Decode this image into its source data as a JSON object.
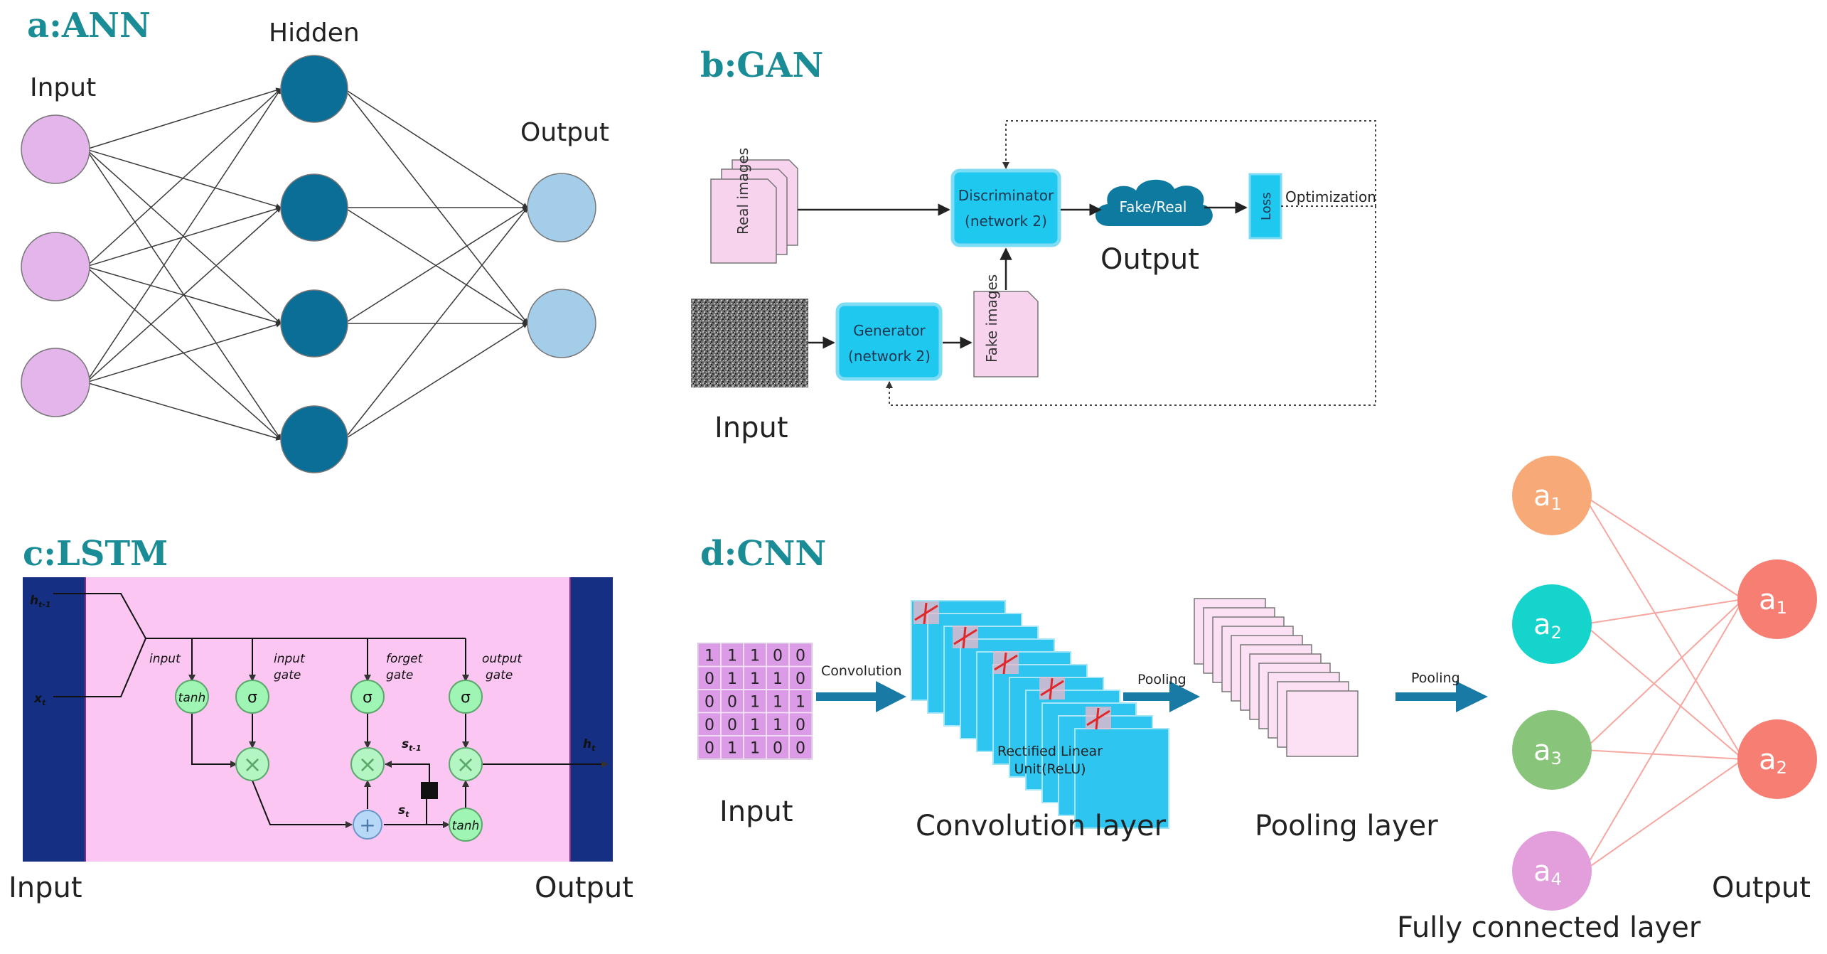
{
  "panels": {
    "ann": {
      "title": "a:ANN",
      "input_label": "Input",
      "hidden_label": "Hidden",
      "output_label": "Output",
      "colors": {
        "input": "#e3b5ea",
        "hidden": "#0b6e96",
        "output": "#a4cdea",
        "edge": "#3a3a3a"
      },
      "layers": {
        "input": 3,
        "hidden": 4,
        "output": 2
      }
    },
    "gan": {
      "title": "b:GAN",
      "real_images": "Real images",
      "fake_images": "Fake images",
      "discriminator_line1": "Discriminator",
      "discriminator_line2": "(network 2)",
      "generator_line1": "Generator",
      "generator_line2": "(network 2)",
      "fake_real": "Fake/Real",
      "loss": "Loss",
      "optimization": "Optimization",
      "output_label": "Output",
      "input_label": "Input"
    },
    "lstm": {
      "title": "c:LSTM",
      "h_prev": "h",
      "h_prev_sub": "t-1",
      "x_t": "x",
      "x_t_sub": "t",
      "h_t": "h",
      "h_t_sub": "t",
      "gate_input": "input",
      "gate_input_gate_1": "input",
      "gate_input_gate_2": "gate",
      "gate_forget_1": "forget",
      "gate_forget_2": "gate",
      "gate_output_1": "output",
      "gate_output_2": "gate",
      "tanh": "tanh",
      "sigma": "σ",
      "times": "×",
      "plus": "+",
      "s_prev": "s",
      "s_prev_sub": "t-1",
      "s_t": "s",
      "s_t_sub": "t",
      "input_label": "Input",
      "output_label": "Output"
    },
    "cnn": {
      "title": "d:CNN",
      "matrix": [
        [
          1,
          1,
          1,
          0,
          0
        ],
        [
          0,
          1,
          1,
          1,
          0
        ],
        [
          0,
          0,
          1,
          1,
          1
        ],
        [
          0,
          0,
          1,
          1,
          0
        ],
        [
          0,
          1,
          1,
          0,
          0
        ]
      ],
      "convolution_arrow": "Convolution",
      "pooling_arrow_1": "Pooling",
      "pooling_arrow_2": "Pooling",
      "relu_line1": "Rectified Linear",
      "relu_line2": "Unit(ReLU)",
      "input_label": "Input",
      "conv_layer_label": "Convolution layer",
      "pool_layer_label": "Pooling layer",
      "fc_label": "Fully connected layer",
      "output_label": "Output",
      "fc_nodes": [
        {
          "letter": "a",
          "sub": "1",
          "color": "#f8a978"
        },
        {
          "letter": "a",
          "sub": "2",
          "color": "#14d4cc"
        },
        {
          "letter": "a",
          "sub": "3",
          "color": "#88c47a"
        },
        {
          "letter": "a",
          "sub": "4",
          "color": "#e39fdc"
        }
      ],
      "out_nodes": [
        {
          "letter": "a",
          "sub": "1",
          "color": "#f77e73"
        },
        {
          "letter": "a",
          "sub": "2",
          "color": "#f77e73"
        }
      ]
    }
  }
}
